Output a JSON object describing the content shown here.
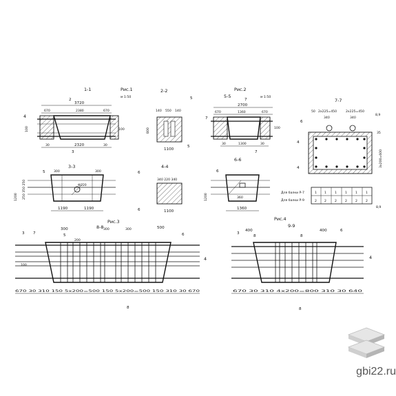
{
  "figures": {
    "fig1": "Рис.1",
    "fig2": "Рис.2",
    "fig3": "Рис.3",
    "fig4": "Рис.4",
    "scale1": "м 1:50",
    "scale2": "м 1:50"
  },
  "sections": {
    "s11": "1-1",
    "s22": "2-2",
    "s55": "5-5",
    "s77": "7-7",
    "s33": "3-3",
    "s44": "4-4",
    "s66": "6-6",
    "s88": "8-8",
    "s99": "9-9"
  },
  "dims": {
    "d3720": "3720",
    "d670a": "670",
    "d2380": "2380",
    "d670b": "670",
    "d100a": "100",
    "d100b": "100",
    "d30a": "30",
    "d2320": "2320",
    "d30b": "30",
    "d22_140": "140",
    "d22_550": "550",
    "d22_140b": "140",
    "d22_800": "800",
    "d22_1100": "1100",
    "d2700": "2700",
    "d55_670": "670",
    "d1360": "1360",
    "d55_670b": "670",
    "d55_100": "100",
    "d55_30": "30",
    "d1300": "1300",
    "d55_30b": "30",
    "d77_50": "50",
    "d77_top1": "2x225=450",
    "d77_340": "340",
    "d77_top2": "2x225=450",
    "d77_340b": "340",
    "d77_right": "3x200=600",
    "d77_35": "35",
    "d77_89": "8,9",
    "d33_300": "300",
    "d33_300b": "300",
    "d33_phi": "Ф220",
    "d33_1190": "1190",
    "d33_1190b": "1190",
    "d33_1200": "1200",
    "d33_side": "250 350 250",
    "d44_top": "340 220 340",
    "d44_1100": "1100",
    "d66_1200": "1200",
    "d66_360": "360",
    "d66_1360": "1360",
    "d88_300": "300",
    "d88_200": "200",
    "d88_300b": "300",
    "d88_300c": "300",
    "d88_500": "500",
    "d88_100": "100",
    "d88_bottom": "670 30 310 150 5x200=500 150 5x200=500 150 310 30 670",
    "d99_400": "400",
    "d99_400b": "400",
    "d99_bottom": "670 30 310 4x200=800 310 30 640"
  },
  "callouts": [
    "1",
    "2",
    "3",
    "4",
    "5",
    "6",
    "7",
    "8",
    "9"
  ],
  "table": {
    "rows": [
      {
        "label": "Для балки Р-7",
        "values": [
          "1",
          "1",
          "1",
          "1",
          "1",
          "1"
        ]
      },
      {
        "label": "Для балки Р-9",
        "values": [
          "2",
          "2",
          "2",
          "2",
          "2",
          "2"
        ]
      }
    ]
  },
  "branding": {
    "site": "gbi22.ru",
    "logo_icon": "stacked-slabs-icon"
  }
}
